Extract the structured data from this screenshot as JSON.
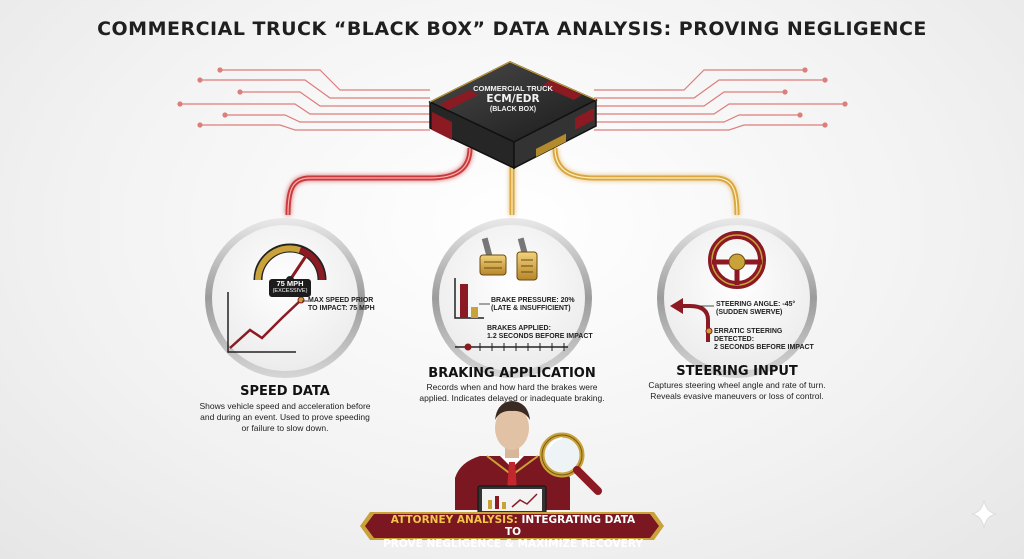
{
  "title": "COMMERCIAL TRUCK “BLACK BOX” DATA ANALYSIS: PROVING NEGLIGENCE",
  "device": {
    "line1": "COMMERCIAL TRUCK",
    "line2": "ECM/EDR",
    "line3": "(BLACK BOX)"
  },
  "panels": {
    "speed": {
      "title": "SPEED DATA",
      "desc_lines": [
        "Shows vehicle speed and acceleration before",
        "and during an event. Used to prove speeding",
        "or failure to slow down."
      ],
      "badge_line1": "75 MPH",
      "badge_line2": "(EXCESSIVE)",
      "annotation_line1": "MAX SPEED PRIOR",
      "annotation_line2": "TO IMPACT: 75 MPH"
    },
    "braking": {
      "title": "BRAKING APPLICATION",
      "desc_lines": [
        "Records when and how hard the brakes were",
        "applied. Indicates delayed or inadequate braking."
      ],
      "pressure_line1": "BRAKE PRESSURE: 20%",
      "pressure_line2": "(LATE & INSUFFICIENT)",
      "applied_line1": "BRAKES APPLIED:",
      "applied_line2": "1.2 SECONDS BEFORE IMPACT"
    },
    "steering": {
      "title": "STEERING INPUT",
      "desc_lines": [
        "Captures steering wheel angle and rate of turn.",
        "Reveals evasive maneuvers or loss of control."
      ],
      "angle_line1": "STEERING ANGLE: -45°",
      "angle_line2": "(SUDDEN SWERVE)",
      "erratic_line1": "ERRATIC STEERING DETECTED:",
      "erratic_line2": "2 SECONDS BEFORE IMPACT"
    }
  },
  "banner": {
    "accent": "ATTORNEY ANALYSIS:",
    "line1_rest": " INTEGRATING DATA TO",
    "line2": "PROVE NEGLIGENCE & MAXIMIZE RECOVERY"
  },
  "colors": {
    "maroon": "#8b1a23",
    "gold": "#c9a23a",
    "dark": "#1f1f1f",
    "circuit_red": "#d4494d",
    "circuit_gold": "#d9a640"
  }
}
